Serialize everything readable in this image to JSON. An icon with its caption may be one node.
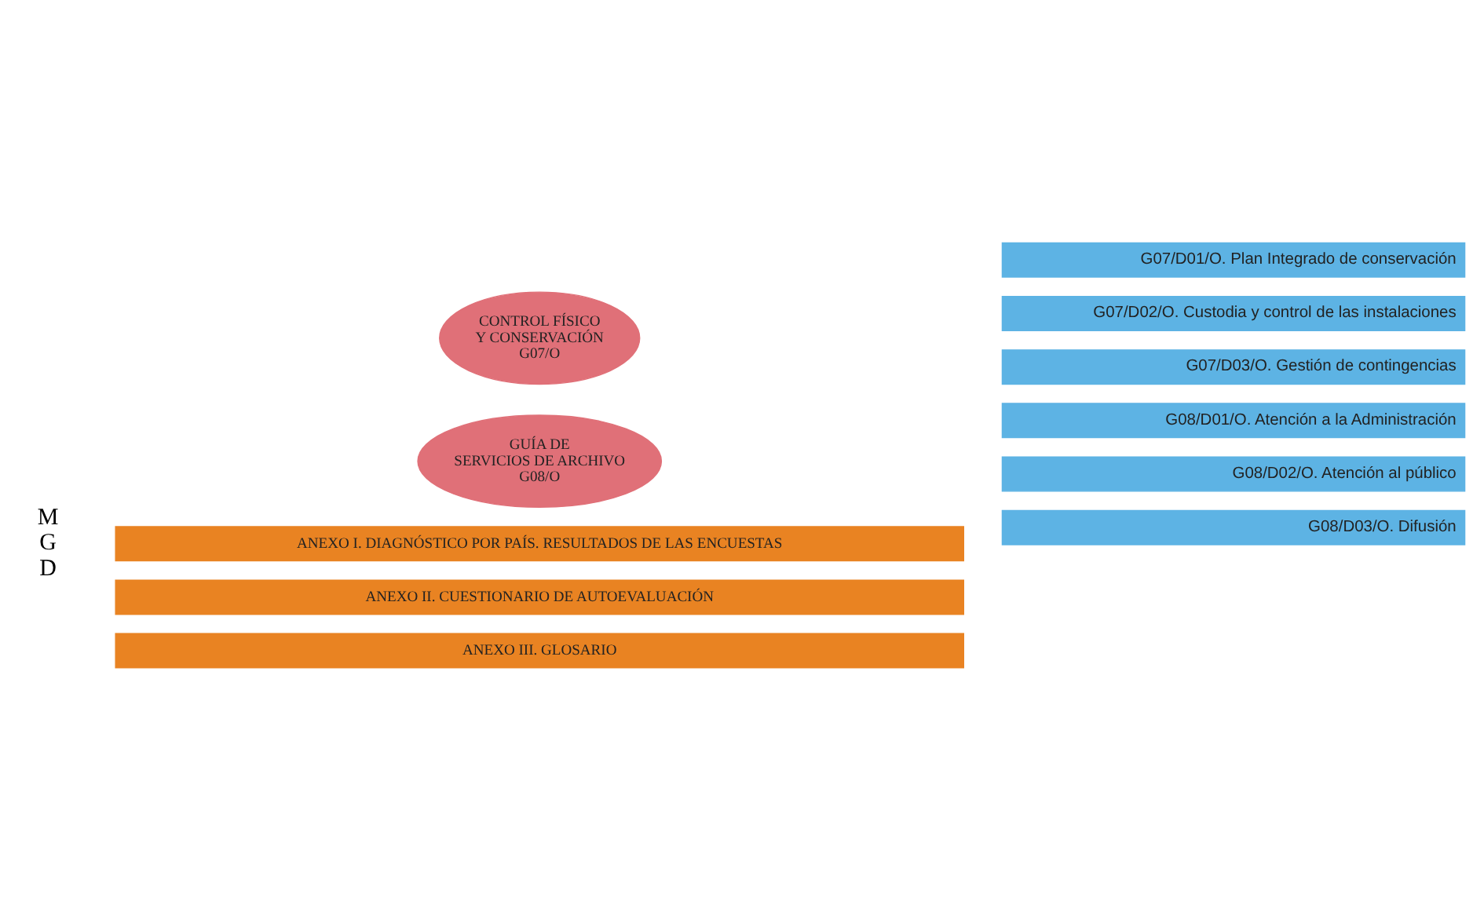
{
  "diagram": {
    "nodes": [
      {
        "text": [
          "M G D"
        ]
      },
      {
        "text": [
          "CONTROL FÍSICO Y CONSERVACIÓN",
          "G07/O"
        ]
      },
      {
        "text": [
          "G07/D01/O. Plan Integrado de conservación"
        ]
      },
      {
        "text": [
          "G07/D02/O. Custodia y control de las instalaciones"
        ]
      },
      {
        "text": [
          "G07/D03/O. Gestión de contingencias"
        ]
      },
      {
        "text": [
          "GUÍA DE SERVICIOS DE ARCHIVO",
          "G08/O"
        ]
      },
      {
        "text": [
          "G08/D01/O. Atención a la Administración"
        ]
      },
      {
        "text": [
          "G08/D02/O. Atención al público"
        ]
      },
      {
        "text": [
          "G08/D03/O. Difusión"
        ]
      },
      {
        "text": [
          "ANEXO I. DIAGNÓSTICO POR PAÍS. RESULTADOS DE LAS ENCUESTAS"
        ]
      },
      {
        "text": [
          "ANEXO II. CUESTIONARIO DE AUTOEVALUACIÓN"
        ]
      },
      {
        "text": [
          "ANEXO III. GLOSARIO"
        ]
      }
    ]
  }
}
